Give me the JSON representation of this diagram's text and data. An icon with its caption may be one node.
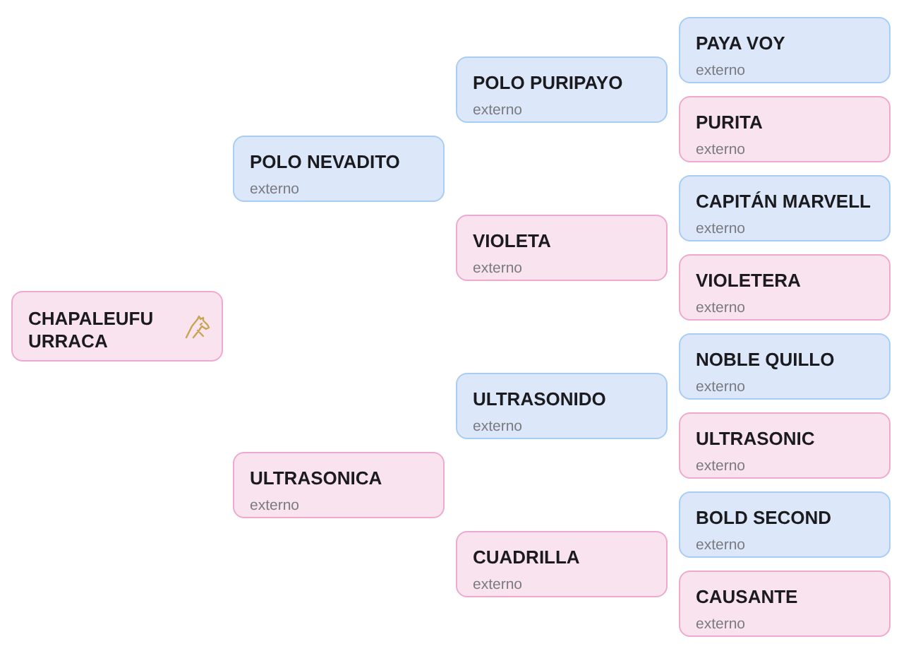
{
  "diagram": {
    "nodes": [
      {
        "text": [
          "CHAPALEUFU URRACA"
        ]
      },
      {
        "text": [
          "POLO NEVADITO",
          "externo"
        ]
      },
      {
        "text": [
          "ULTRASONICA",
          "externo"
        ]
      },
      {
        "text": [
          "POLO PURIPAYO",
          "externo"
        ]
      },
      {
        "text": [
          "VIOLETA",
          "externo"
        ]
      },
      {
        "text": [
          "ULTRASONIDO",
          "externo"
        ]
      },
      {
        "text": [
          "CUADRILLA",
          "externo"
        ]
      },
      {
        "text": [
          "PAYA VOY",
          "externo"
        ]
      },
      {
        "text": [
          "PURITA",
          "externo"
        ]
      },
      {
        "text": [
          "CAPITÁN MARVELL",
          "externo"
        ]
      },
      {
        "text": [
          "VIOLETERA",
          "externo"
        ]
      },
      {
        "text": [
          "NOBLE QUILLO",
          "externo"
        ]
      },
      {
        "text": [
          "ULTRASONIC",
          "externo"
        ]
      },
      {
        "text": [
          "BOLD SECOND",
          "externo"
        ]
      },
      {
        "text": [
          "CAUSANTE",
          "externo"
        ]
      }
    ]
  }
}
